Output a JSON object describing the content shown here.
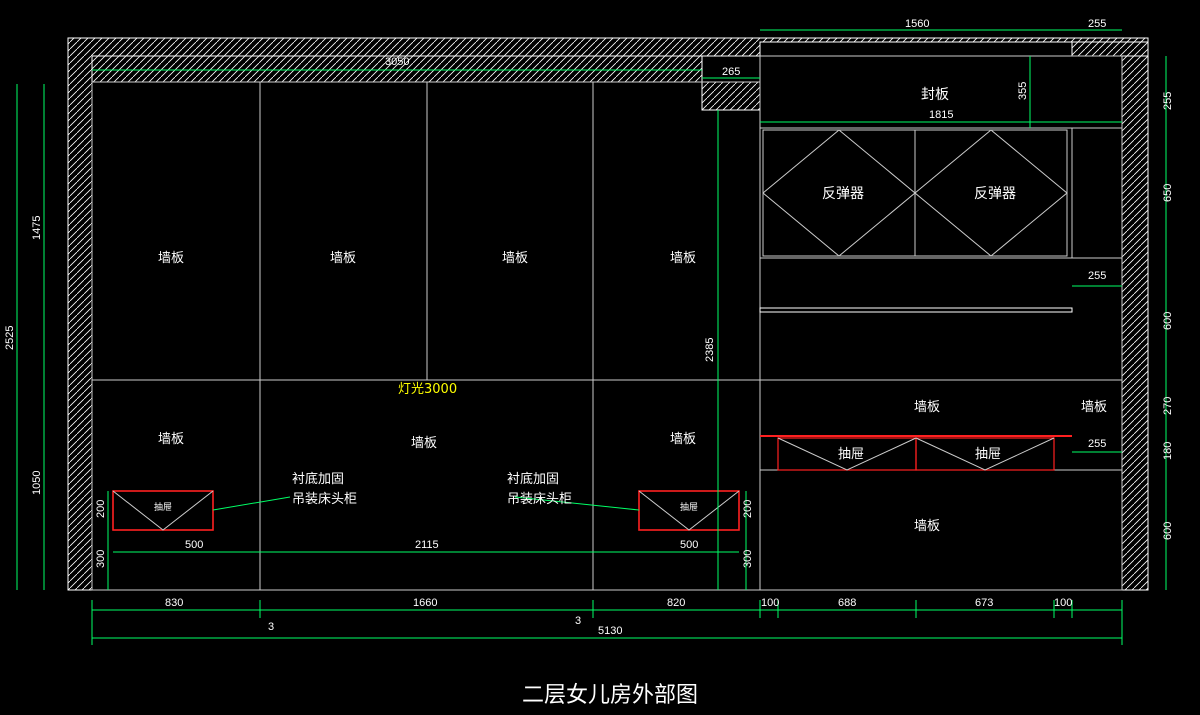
{
  "title": "二层女儿房外部图",
  "colors": {
    "background": "#000000",
    "lines": "#ffffff",
    "dims": "#00ff66",
    "accent": "#ff2020",
    "light": "#ffff00"
  },
  "labels": {
    "wall_panel": "墙板",
    "seal_panel": "封板",
    "rebounder": "反弹器",
    "drawer": "抽屉",
    "light": "灯光3000",
    "note_line1": "衬底加固",
    "note_line2": "吊装床头柜"
  },
  "dims": {
    "top_3050": "3050",
    "top_265": "265",
    "top_1560": "1560",
    "top_255": "255",
    "d_1815": "1815",
    "d_355": "355",
    "d_255": "255",
    "left_2525": "2525",
    "left_1475": "1475",
    "left_1050": "1050",
    "d_200": "200",
    "d_300": "300",
    "d_500": "500",
    "d_2115": "2115",
    "d_2385": "2385",
    "bottom_830": "830",
    "bottom_1660": "1660",
    "bottom_820": "820",
    "bottom_100": "100",
    "bottom_688": "688",
    "bottom_673": "673",
    "bottom_5130": "5130",
    "d_3": "3",
    "right_650": "650",
    "right_600": "600",
    "right_270": "270",
    "right_180": "180"
  }
}
